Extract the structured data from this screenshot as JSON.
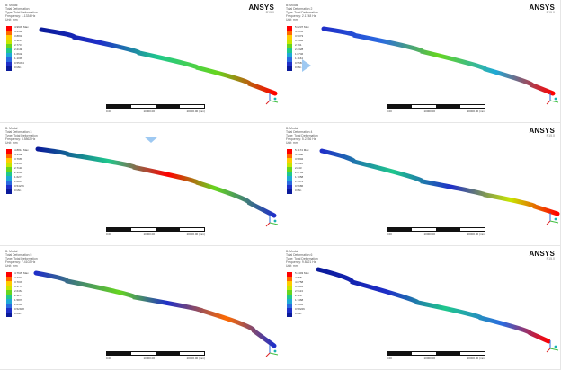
{
  "brand": {
    "name": "ANSYS",
    "version": "R15.0"
  },
  "colors": {
    "scale": [
      "#ff0000",
      "#ff6a00",
      "#ffcc00",
      "#c8e600",
      "#66d61f",
      "#1fc88c",
      "#1fa9d6",
      "#2a6ae0",
      "#1f2fc8",
      "#0a1a9a"
    ],
    "accent_triangle": "#9ec9f2"
  },
  "panels": [
    {
      "id": "p1",
      "header": [
        "B: Modal",
        "Total Deformation",
        "Type: Total Deformation",
        "Frequency: 1.1334 Hz",
        "Unit: mm"
      ],
      "legend": [
        "4.9945 Max",
        "4.4396",
        "3.8846",
        "3.3297",
        "2.7747",
        "2.2198",
        "1.6648",
        "1.1099",
        "0.55494",
        "0 Min"
      ],
      "scale_ticks": [
        "0.00",
        "10000.00",
        "20000.00 (mm)"
      ],
      "show_brand": true
    },
    {
      "id": "p2",
      "header": [
        "B: Modal",
        "Total Deformation 2",
        "Type: Total Deformation",
        "Frequency: 2.1748 Hz",
        "Unit: mm"
      ],
      "legend": [
        "5.0237 Max",
        "4.4655",
        "3.9073",
        "3.3492",
        "2.791",
        "2.2328",
        "1.6746",
        "1.1164",
        "0.55819",
        "0 Min"
      ],
      "scale_ticks": [
        "0.00",
        "10000.00",
        "20000.00 (mm)"
      ],
      "show_brand": true
    },
    {
      "id": "p3",
      "header": [
        "B: Modal",
        "Total Deformation 3",
        "Type: Total Deformation",
        "Frequency: 3.5862 Hz",
        "Unit: mm"
      ],
      "legend": [
        "4.8812 Max",
        "4.3388",
        "3.7965",
        "3.2541",
        "2.7118",
        "2.1694",
        "1.6271",
        "1.0847",
        "0.54236",
        "0 Min"
      ],
      "scale_ticks": [
        "0.00",
        "10000.00",
        "20000.00 (mm)"
      ],
      "show_brand": false
    },
    {
      "id": "p4",
      "header": [
        "B: Modal",
        "Total Deformation 4",
        "Type: Total Deformation",
        "Frequency: 5.2236 Hz",
        "Unit: mm"
      ],
      "legend": [
        "5.1174 Max",
        "4.5488",
        "3.9802",
        "3.4116",
        "2.843",
        "2.2744",
        "1.7058",
        "1.1372",
        "0.5686",
        "0 Min"
      ],
      "scale_ticks": [
        "0.00",
        "10000.00",
        "20000.00 (mm)"
      ],
      "show_brand": true
    },
    {
      "id": "p5",
      "header": [
        "B: Modal",
        "Total Deformation 5",
        "Type: Total Deformation",
        "Frequency: 7.4102 Hz",
        "Unit: mm"
      ],
      "legend": [
        "4.7635 Max",
        "4.2342",
        "3.7049",
        "3.1757",
        "2.6464",
        "2.1171",
        "1.5878",
        "1.0585",
        "0.52928",
        "0 Min"
      ],
      "scale_ticks": [
        "0.00",
        "10000.00",
        "20000.00 (mm)"
      ],
      "show_brand": false
    },
    {
      "id": "p6",
      "header": [
        "B: Modal",
        "Total Deformation 6",
        "Type: Total Deformation",
        "Frequency: 9.8821 Hz",
        "Unit: mm"
      ],
      "legend": [
        "5.2403 Max",
        "4.658",
        "4.0758",
        "3.4935",
        "2.9113",
        "2.329",
        "1.7468",
        "1.1645",
        "0.58226",
        "0 Min"
      ],
      "scale_ticks": [
        "0.00",
        "10000.00",
        "20000.00 (mm)"
      ],
      "show_brand": true
    }
  ]
}
